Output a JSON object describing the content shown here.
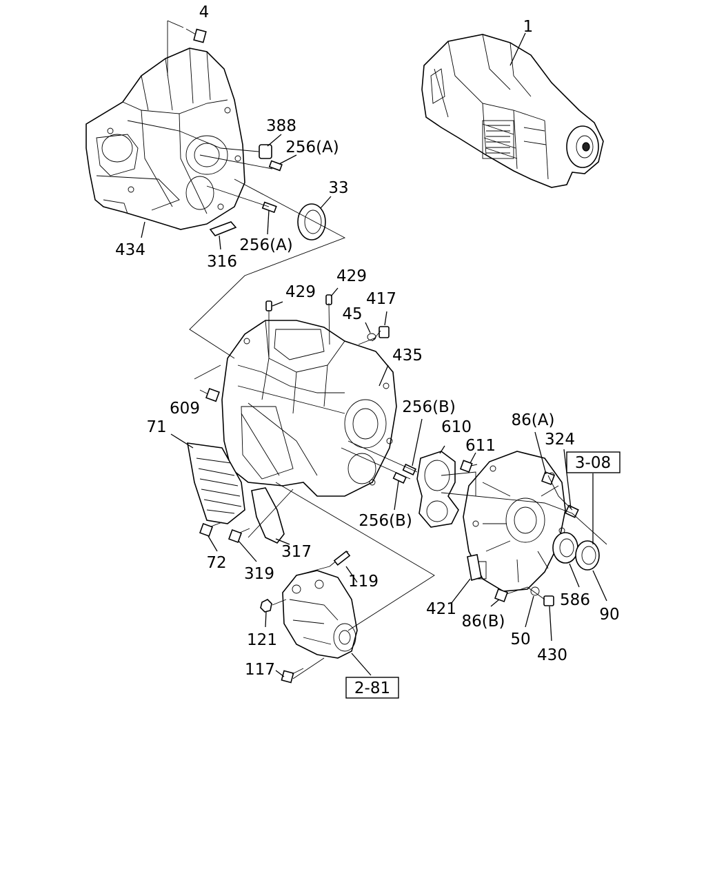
{
  "labels": {
    "l4": "4",
    "l1": "1",
    "l388": "388",
    "l256a_top": "256(A)",
    "l33": "33",
    "l256a_bot": "256(A)",
    "l434": "434",
    "l316": "316",
    "l429_a": "429",
    "l429_b": "429",
    "l417": "417",
    "l45": "45",
    "l435": "435",
    "l609": "609",
    "l71": "71",
    "l256b_top": "256(B)",
    "l610": "610",
    "l611": "611",
    "l86a": "86(A)",
    "l324": "324",
    "l256b_bot": "256(B)",
    "l72": "72",
    "l319": "319",
    "l317": "317",
    "l119": "119",
    "l421": "421",
    "l86b": "86(B)",
    "l586": "586",
    "l90": "90",
    "l121": "121",
    "l50": "50",
    "l430": "430",
    "l117": "117"
  },
  "refs": {
    "r308": "3-08",
    "r281": "2-81"
  }
}
